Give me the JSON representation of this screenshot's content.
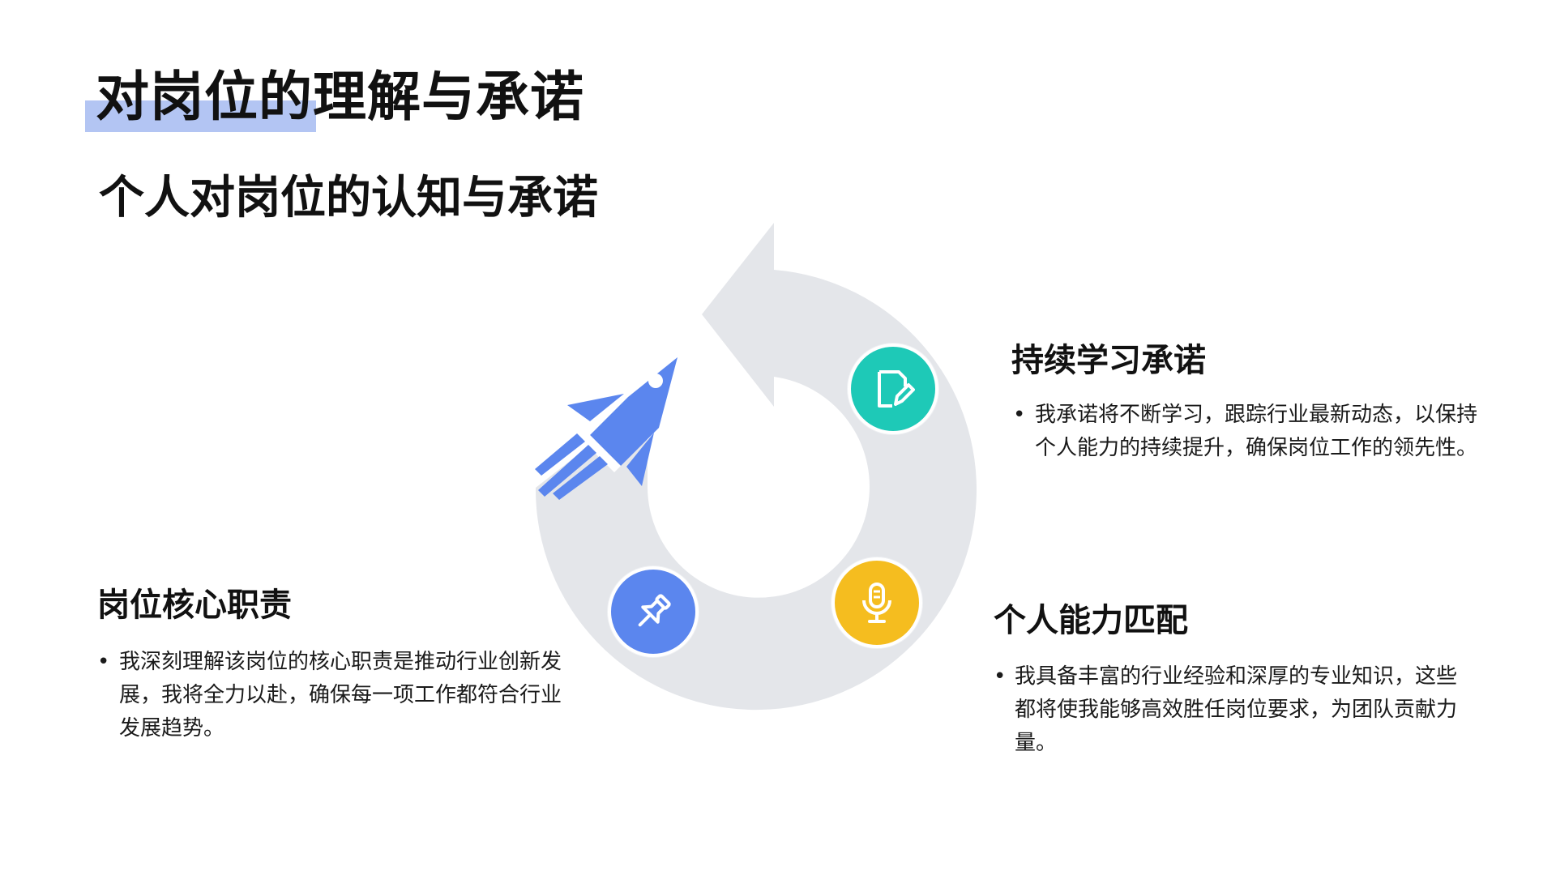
{
  "header": {
    "title": "对岗位的理解与承诺",
    "subtitle": "个人对岗位的认知与承诺"
  },
  "colors": {
    "title_highlight": "#b3c5f3",
    "rocket": "#5b86ee",
    "cycle_arrow": "#e4e6ea",
    "learning_icon_bg": "#1ec9b7",
    "ability_icon_bg": "#f5bd1f",
    "duty_icon_bg": "#5b86ee"
  },
  "icons": {
    "main": "rocket-icon",
    "learning": "edit-note-icon",
    "ability": "microphone-icon",
    "duty": "pushpin-icon"
  },
  "blocks": {
    "learning": {
      "title": "持续学习承诺",
      "bullet": "•",
      "text": "我承诺将不断学习，跟踪行业最新动态，以保持个人能力的持续提升，确保岗位工作的领先性。"
    },
    "ability": {
      "title": "个人能力匹配",
      "bullet": "•",
      "text": "我具备丰富的行业经验和深厚的专业知识，这些都将使我能够高效胜任岗位要求，为团队贡献力量。"
    },
    "duty": {
      "title": "岗位核心职责",
      "bullet": "•",
      "text": "我深刻理解该岗位的核心职责是推动行业创新发展，我将全力以赴，确保每一项工作都符合行业发展趋势。"
    }
  }
}
